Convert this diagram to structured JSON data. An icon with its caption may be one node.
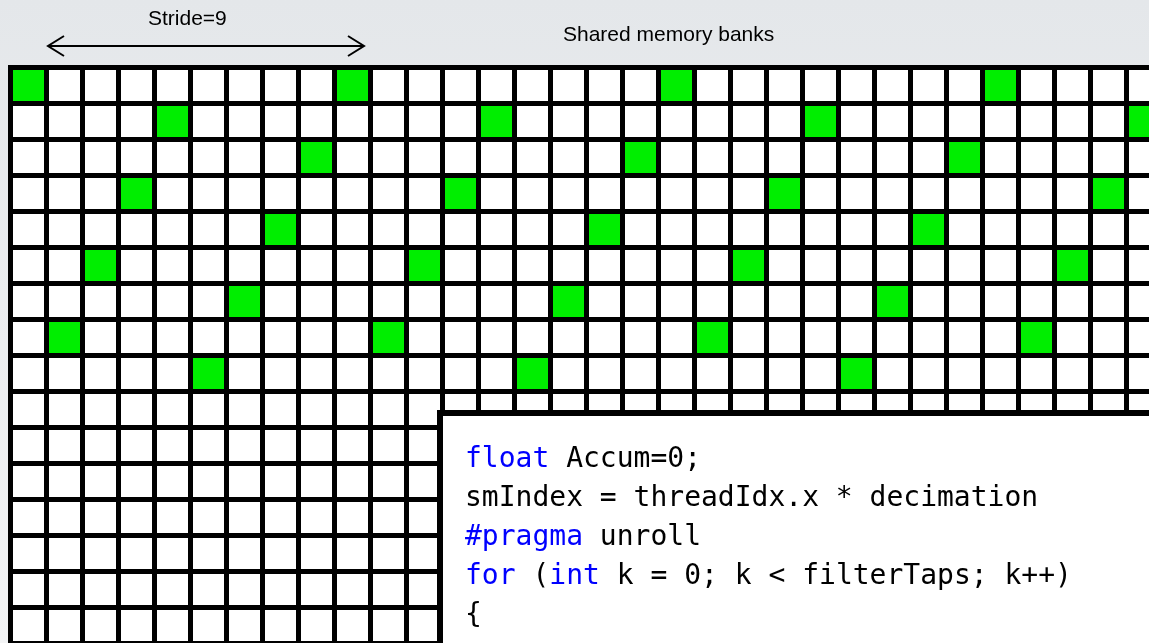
{
  "diagram": {
    "nodes": [
      {
        "text": [
          "float Accum=0;",
          "smIndex = threadIdx.x * decimation",
          "#pragma unroll",
          "for (int k = 0; k < filterTaps; k++)",
          "{"
        ]
      }
    ],
    "edges": [],
    "labels": [
      "Stride=9",
      "Shared memory banks"
    ]
  }
}
